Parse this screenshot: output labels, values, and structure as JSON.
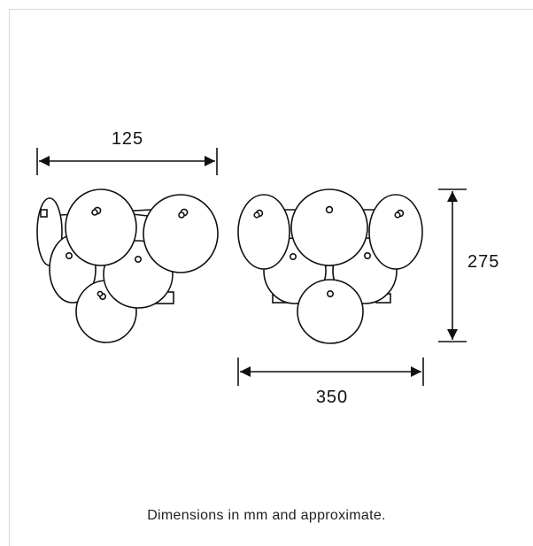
{
  "dimensions": {
    "width_side": "125",
    "height": "275",
    "width_front": "350",
    "unit": "mm"
  },
  "footer": {
    "note": "Dimensions in mm and approximate."
  },
  "colors": {
    "line": "#111111",
    "frame": "#d9d9d9",
    "background": "#ffffff"
  }
}
